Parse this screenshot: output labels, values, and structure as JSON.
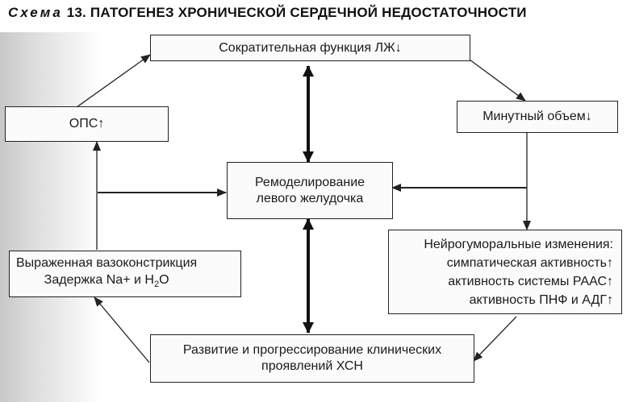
{
  "title": {
    "label": "Схема",
    "number": "13.",
    "text": "ПАТОГЕНЕЗ ХРОНИЧЕСКОЙ СЕРДЕЧНОЙ НЕДОСТАТОЧНОСТИ"
  },
  "nodes": {
    "contractility": {
      "lines": [
        "Сократительная функция ЛЖ↓"
      ]
    },
    "ops": {
      "lines": [
        "ОПС↑"
      ]
    },
    "minute_volume": {
      "lines": [
        "Минутный объем↓"
      ]
    },
    "remodeling": {
      "lines": [
        "Ремоделирование",
        "левого желудочка"
      ]
    },
    "neurohumoral": {
      "lines": [
        "Нейрогуморальные изменения:",
        "симпатическая активность↑",
        "активность системы РААС↑",
        "активность ПНФ и АДГ↑"
      ]
    },
    "vasoconstriction": {
      "line1": "Выраженная вазоконстрикция",
      "line2_before": "Задержка Na+ и H",
      "line2_sub": "2",
      "line2_after": "O"
    },
    "progression": {
      "lines": [
        "Развитие и прогрессирование клинических",
        "проявлений ХСН"
      ]
    }
  }
}
